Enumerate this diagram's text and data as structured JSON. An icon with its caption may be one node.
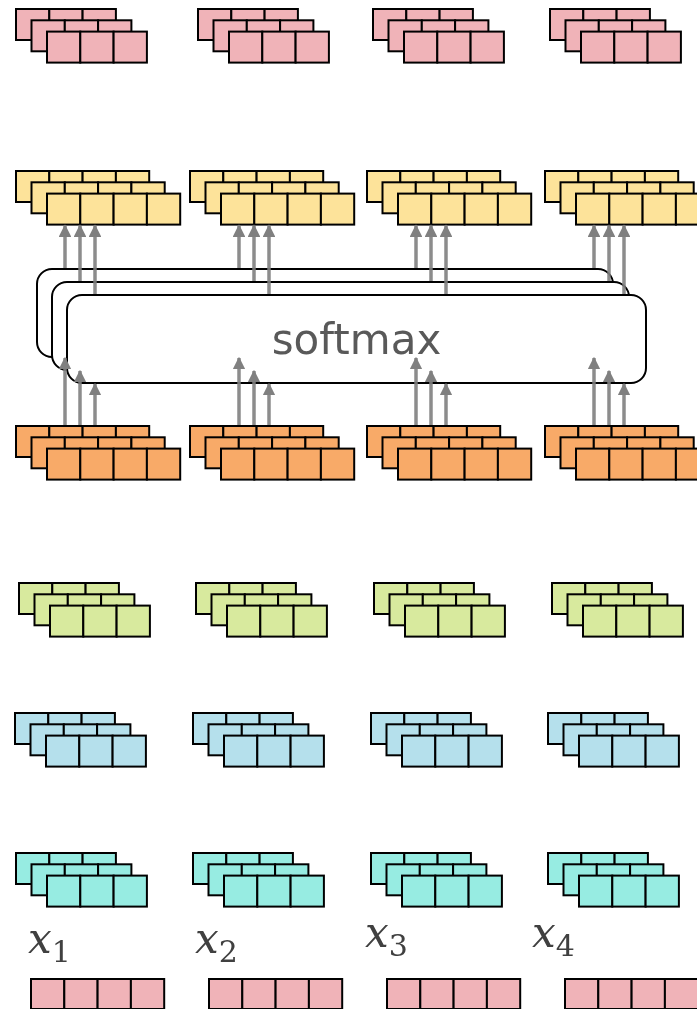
{
  "diagram": {
    "nodes": [
      {
        "text": [],
        "shape": "box"
      },
      {
        "text": [],
        "shape": "box"
      },
      {
        "text": [],
        "shape": "box"
      },
      {
        "text": [],
        "shape": "box"
      },
      {
        "text": [],
        "shape": "box"
      },
      {
        "text": [],
        "shape": "box"
      },
      {
        "text": [],
        "shape": "box"
      },
      {
        "text": [],
        "shape": "box"
      },
      {
        "text": [
          "softmax"
        ]
      },
      {
        "text": [],
        "shape": "box"
      },
      {
        "text": [],
        "shape": "box"
      },
      {
        "text": [],
        "shape": "box"
      },
      {
        "text": [],
        "shape": "box"
      },
      {
        "text": [],
        "shape": "box"
      },
      {
        "text": [],
        "shape": "box"
      },
      {
        "text": [],
        "shape": "box"
      },
      {
        "text": [],
        "shape": "box"
      },
      {
        "text": [],
        "shape": "box"
      },
      {
        "text": [],
        "shape": "box"
      },
      {
        "text": [],
        "shape": "box"
      },
      {
        "text": [],
        "shape": "box"
      },
      {
        "text": [],
        "shape": "box"
      },
      {
        "text": [],
        "shape": "box"
      },
      {
        "text": [],
        "shape": "box"
      },
      {
        "text": [],
        "shape": "box"
      },
      {
        "text": [],
        "shape": "box"
      },
      {
        "text": [],
        "shape": "box"
      },
      {
        "text": [],
        "shape": "box"
      },
      {
        "text": [],
        "shape": "box"
      }
    ],
    "edges": [
      {
        "from": 9,
        "to": 8,
        "arrow": "to"
      },
      {
        "from": 9,
        "to": 8,
        "arrow": "to"
      },
      {
        "from": 9,
        "to": 8,
        "arrow": "to"
      },
      {
        "from": 10,
        "to": 8,
        "arrow": "to"
      },
      {
        "from": 10,
        "to": 8,
        "arrow": "to"
      },
      {
        "from": 10,
        "to": 8,
        "arrow": "to"
      },
      {
        "from": 11,
        "to": 8,
        "arrow": "to"
      },
      {
        "from": 11,
        "to": 8,
        "arrow": "to"
      },
      {
        "from": 11,
        "to": 8,
        "arrow": "to"
      },
      {
        "from": 12,
        "to": 8,
        "arrow": "to"
      },
      {
        "from": 12,
        "to": 8,
        "arrow": "to"
      },
      {
        "from": 12,
        "to": 8,
        "arrow": "to"
      },
      {
        "from": 8,
        "to": 4,
        "arrow": "to"
      },
      {
        "from": 8,
        "to": 4,
        "arrow": "to"
      },
      {
        "from": 8,
        "to": 4,
        "arrow": "to"
      },
      {
        "from": 8,
        "to": 5,
        "arrow": "to"
      },
      {
        "from": 8,
        "to": 5,
        "arrow": "to"
      },
      {
        "from": 8,
        "to": 5,
        "arrow": "to"
      },
      {
        "from": 8,
        "to": 6,
        "arrow": "to"
      },
      {
        "from": 8,
        "to": 6,
        "arrow": "to"
      },
      {
        "from": 8,
        "to": 6,
        "arrow": "to"
      },
      {
        "from": 8,
        "to": 7,
        "arrow": "to"
      },
      {
        "from": 8,
        "to": 7,
        "arrow": "to"
      },
      {
        "from": 8,
        "to": 7,
        "arrow": "to"
      }
    ],
    "labels": [
      "x$_{1}$",
      "x$_{2}$",
      "x$_{3}$",
      "x$_{4}$"
    ]
  }
}
